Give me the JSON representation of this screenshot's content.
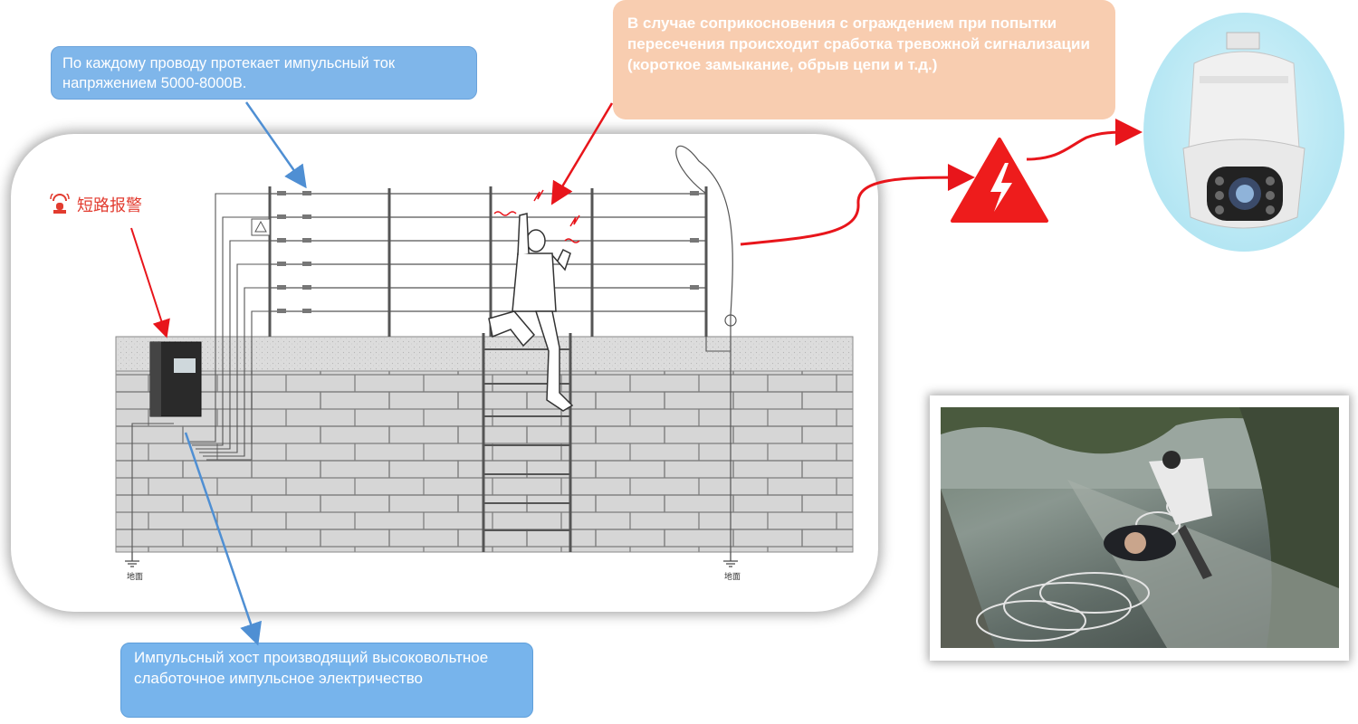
{
  "callouts": {
    "wire_current": "По каждому проводу протекает импульсный ток напряжением 5000-8000В.",
    "alarm_trigger": "В случае соприкосновения с ограждением при попытки пересечения происходит сработка тревожной сигнализации (короткое замыкание, обрыв цепи и т.д.)",
    "pulse_host": "Импульсный хост производящий высоковольтное слаботочное импульсное электричество"
  },
  "alarm_label": "短路报警",
  "ground_labels": [
    "地面",
    "地面"
  ],
  "icons": {
    "siren": "siren-icon",
    "warning": "high-voltage-warning-icon",
    "camera": "ptz-dome-camera",
    "photo": "intruders-crossing-razor-wire-photo"
  },
  "colors": {
    "callout_blue": "#7fb6ea",
    "callout_peach": "#f8cdb0",
    "arrow_red": "#e8151b",
    "arrow_blue": "#4f8fd3",
    "wall_gray": "#d9d9d9"
  }
}
